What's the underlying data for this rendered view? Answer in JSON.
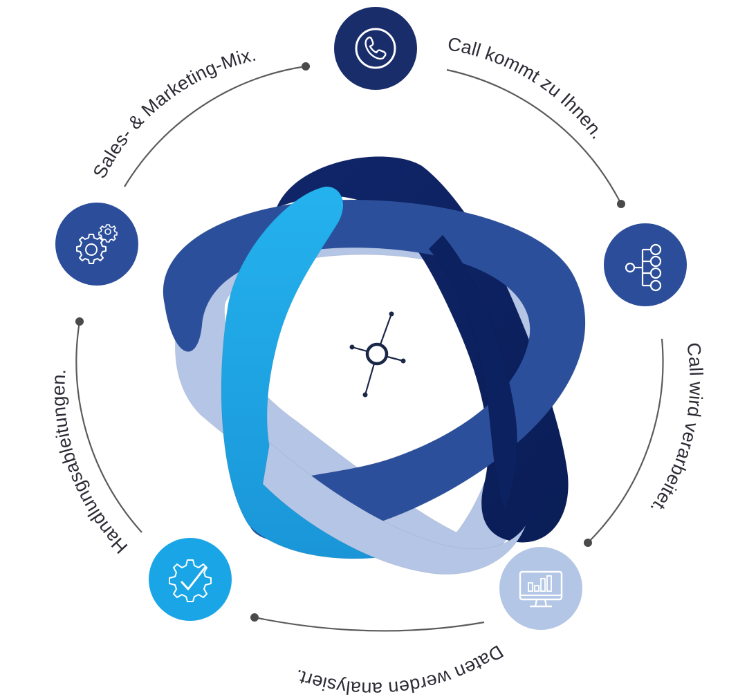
{
  "diagram": {
    "steps": [
      {
        "text": "Call kommt zu Ihnen.",
        "icon": "phone-icon",
        "color": "#1a2d6b"
      },
      {
        "text": "Call wird verarbeitet.",
        "icon": "network-hierarchy-icon",
        "color": "#2c4e9a"
      },
      {
        "text": "Daten werden analysiert.",
        "icon": "monitor-chart-icon",
        "color": "#b3c6e6"
      },
      {
        "text": "Handlungsableitungen.",
        "icon": "gear-check-icon",
        "color": "#1aa6e6"
      },
      {
        "text": "Sales- & Marketing-Mix.",
        "icon": "gears-icon",
        "color": "#2c4e9a"
      }
    ],
    "center": {
      "icon": "hub-node-icon"
    },
    "ribbons": [
      {
        "name": "dark-navy",
        "color": "#0f2464"
      },
      {
        "name": "royal-blue",
        "color": "#2c4f9c"
      },
      {
        "name": "light-periwinkle",
        "color": "#b4c5e6"
      },
      {
        "name": "sky-blue",
        "color": "#22a9e8"
      }
    ],
    "arc_color": "#5b5b5b"
  }
}
